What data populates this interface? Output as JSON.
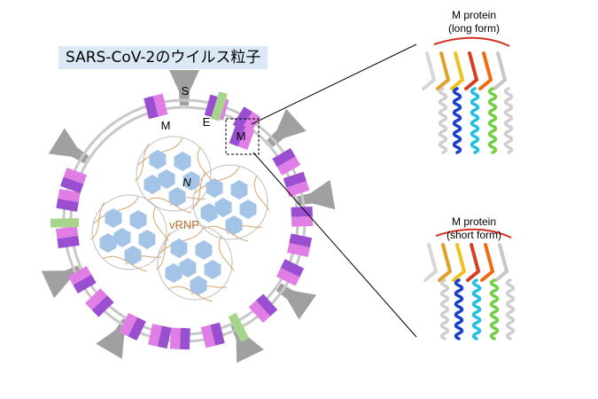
{
  "title": "SARS-CoV-2のウイルス粒子",
  "labels": {
    "spike": "S",
    "membrane": "M",
    "membrane_zoom": "M",
    "envelope": "E",
    "nucleocapsid": "N",
    "vrnp": "vRNP"
  },
  "panels": {
    "long_line1": "M protein",
    "long_line2": "(long form)",
    "short_line1": "M protein",
    "short_line2": "(short form)"
  },
  "colors": {
    "spike": "#a0a0a0",
    "m_dark": "#9a4fd0",
    "m_light": "#e07ee6",
    "envelope": "#a8d58c",
    "nucleocapsid": "#a3c4e6",
    "rna": "#d9a46d",
    "vrnp_text": "#b8702a",
    "title_bg": "#dbe8f5"
  }
}
